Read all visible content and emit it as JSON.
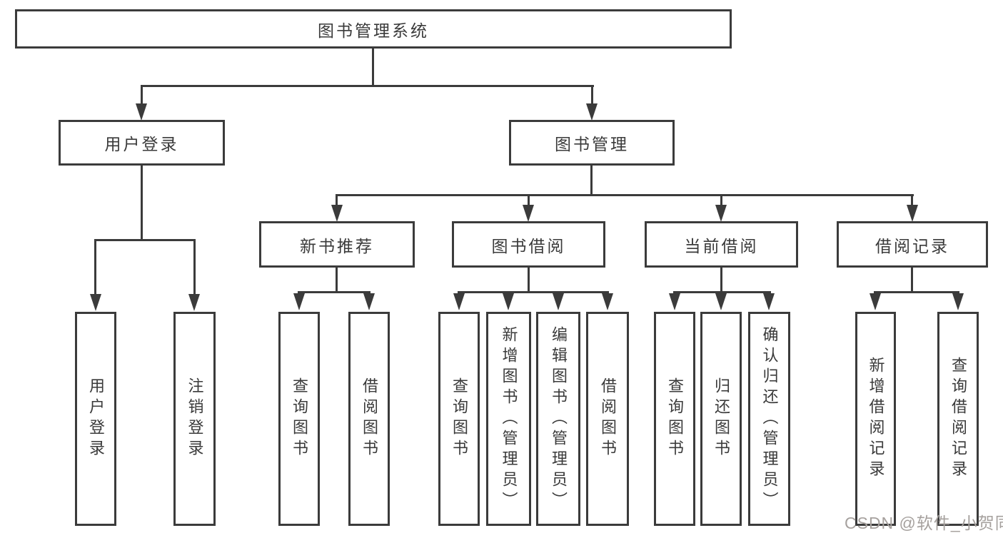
{
  "diagram": {
    "root": "图书管理系统",
    "branches": [
      {
        "label": "用户登录",
        "leaves": [
          "用户登录",
          "注销登录"
        ]
      },
      {
        "label": "图书管理",
        "children": [
          {
            "label": "新书推荐",
            "leaves": [
              "查询图书",
              "借阅图书"
            ]
          },
          {
            "label": "图书借阅",
            "leaves": [
              "查询图书",
              "新增图书（管理员）",
              "编辑图书（管理员）",
              "借阅图书"
            ]
          },
          {
            "label": "当前借阅",
            "leaves": [
              "查询图书",
              "归还图书",
              "确认归还（管理员）"
            ]
          },
          {
            "label": "借阅记录",
            "leaves": [
              "新增借阅记录",
              "查询借阅记录"
            ]
          }
        ]
      }
    ],
    "line_color": "#3b3b3b"
  },
  "watermark": {
    "text": "CSDN @软件_小贺同学",
    "color": "#a6a19e"
  }
}
